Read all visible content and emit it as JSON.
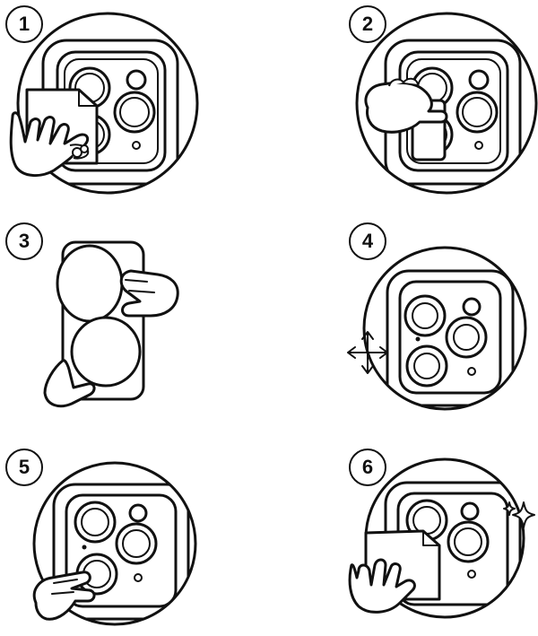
{
  "steps": [
    {
      "number": "1",
      "icon": "wipe-cloth-hand"
    },
    {
      "number": "2",
      "icon": "wipe-wet-cloth-hand"
    },
    {
      "number": "3",
      "icon": "peel-backing-film"
    },
    {
      "number": "4",
      "icon": "align-move-arrows"
    },
    {
      "number": "5",
      "icon": "press-finger"
    },
    {
      "number": "6",
      "icon": "polish-sparkle"
    }
  ]
}
